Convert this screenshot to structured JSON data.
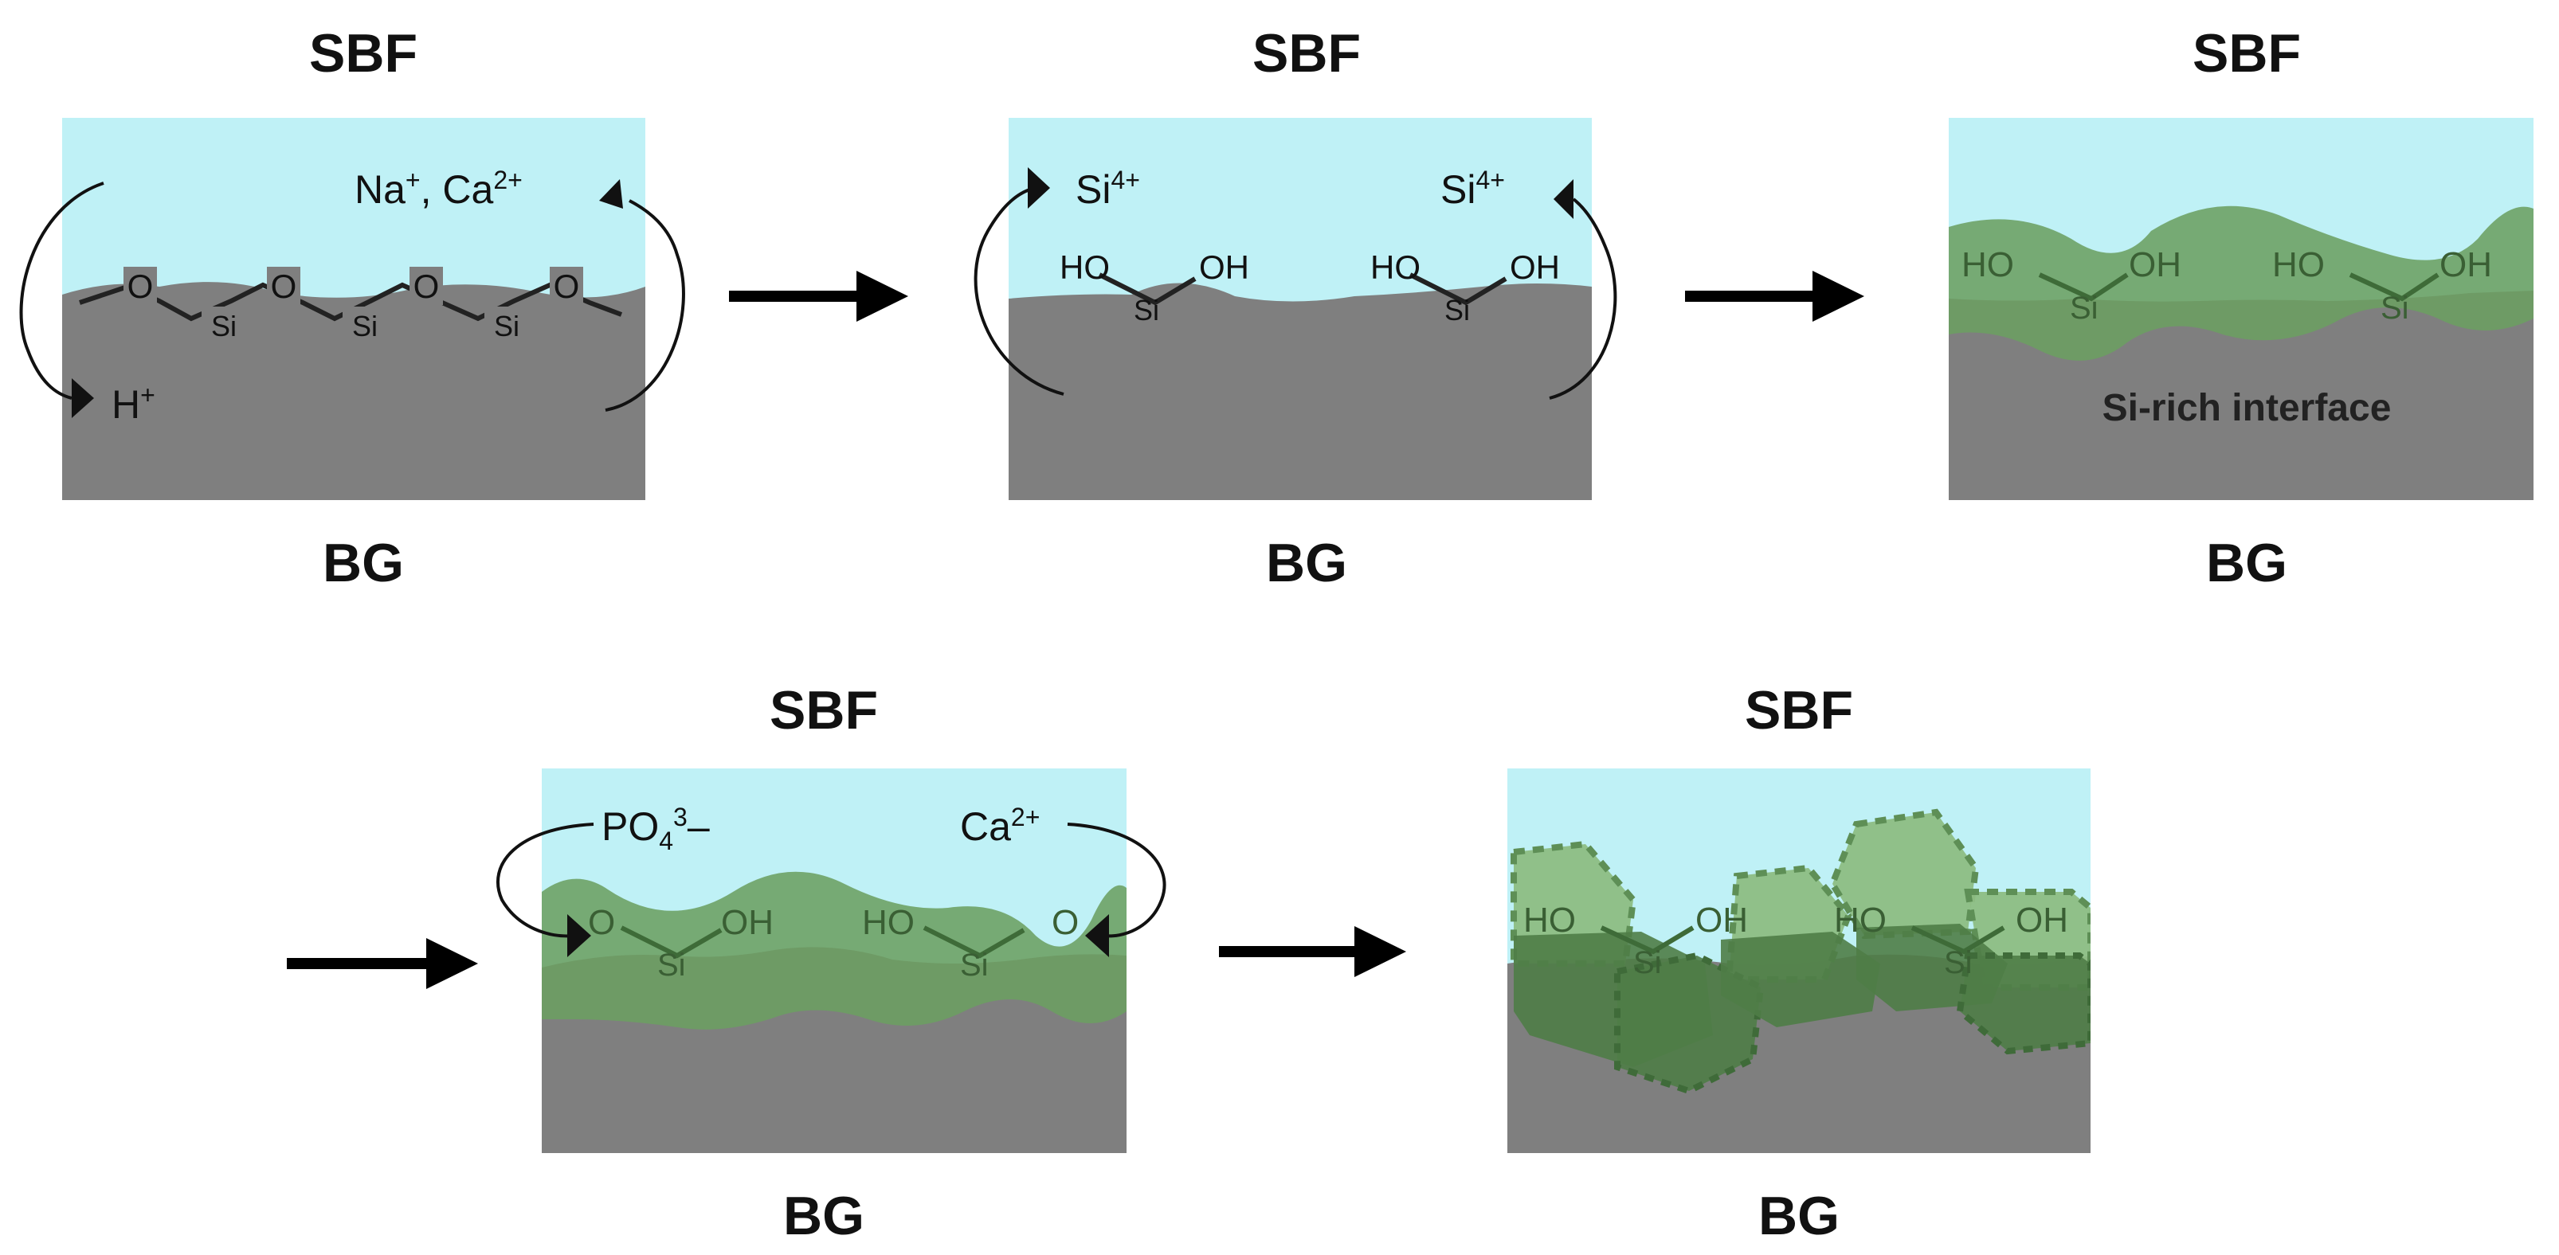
{
  "labels": {
    "solution": "SBF",
    "glass": "BG",
    "si_rich_interface": "Si-rich interface"
  },
  "ions": {
    "na": "Na",
    "na_charge": "+",
    "ca": "Ca",
    "ca_charge": "2+",
    "separator": ", ",
    "h": "H",
    "h_charge": "+",
    "si": "Si",
    "si_charge": "4+",
    "po4": "PO",
    "po4_sub": "4",
    "po4_charge": "3",
    "po4_dash": "–"
  },
  "chem": {
    "o": "O",
    "si": "Si",
    "ho": "HO",
    "oh": "OH"
  },
  "colors": {
    "solution": "#bff1f6",
    "glass": "#7f7f7f",
    "gel_layer": "#6c9f62",
    "apatite_light": "#8dbd83",
    "apatite_dark": "#4f7d47"
  }
}
